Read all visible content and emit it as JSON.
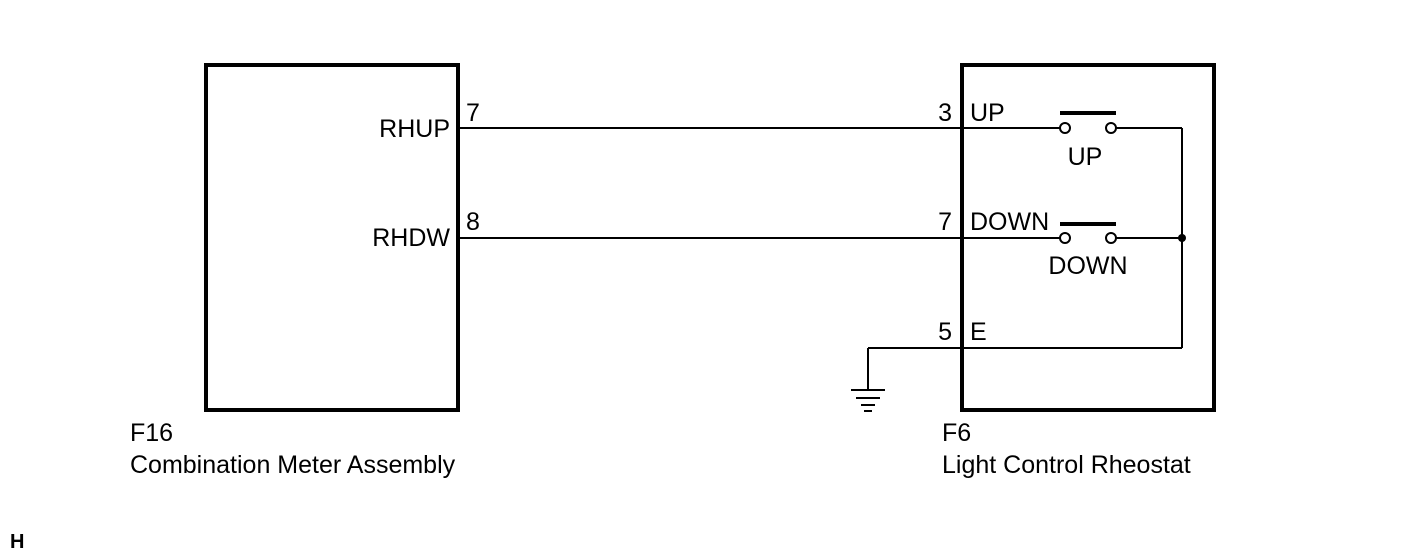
{
  "left_component": {
    "id": "F16",
    "name": "Combination Meter Assembly",
    "terminals": [
      {
        "signal": "RHUP",
        "pin": "7"
      },
      {
        "signal": "RHDW",
        "pin": "8"
      }
    ]
  },
  "right_component": {
    "id": "F6",
    "name": "Light Control Rheostat",
    "terminals": [
      {
        "pin": "3",
        "signal": "UP"
      },
      {
        "pin": "7",
        "signal": "DOWN"
      },
      {
        "pin": "5",
        "signal": "E"
      }
    ],
    "switches": [
      {
        "label": "UP"
      },
      {
        "label": "DOWN"
      }
    ]
  },
  "corner_label": "H"
}
